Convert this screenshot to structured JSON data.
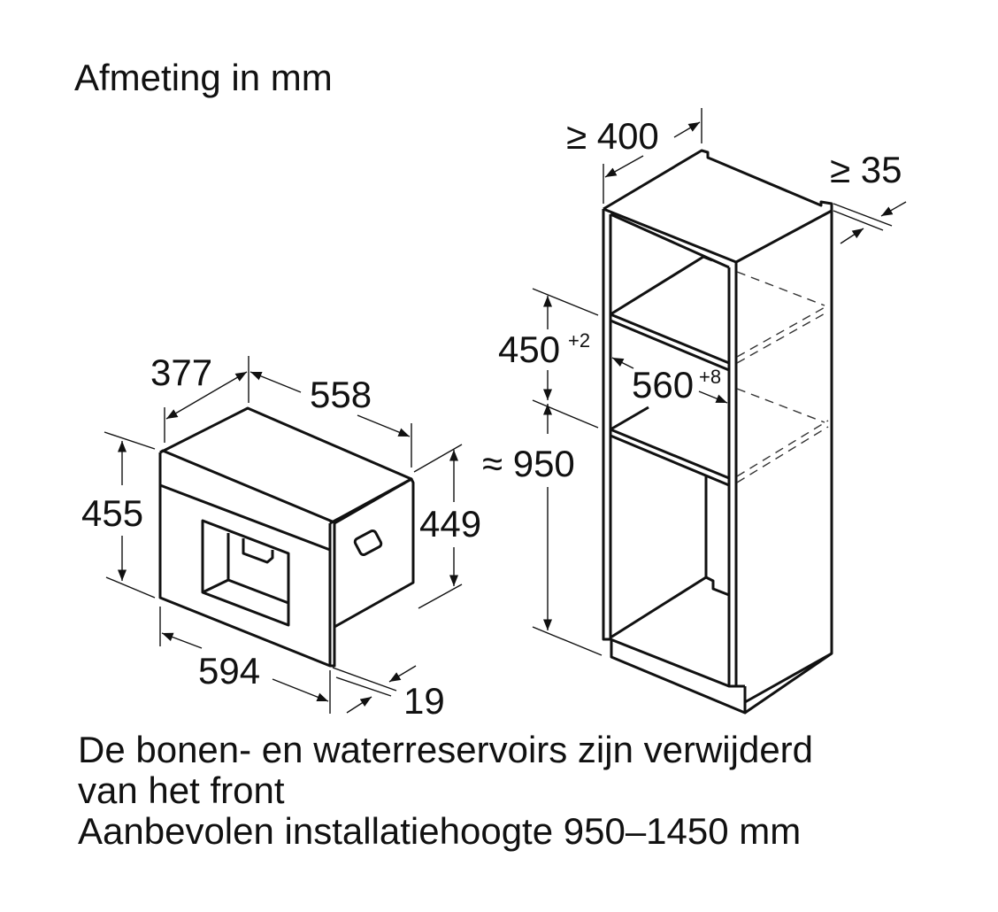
{
  "title": "Afmeting in mm",
  "appliance": {
    "dimensions": {
      "depth_body": "377",
      "depth_total": "558",
      "height_front": "455",
      "height_body": "449",
      "width_front": "594",
      "front_thickness": "19"
    }
  },
  "cabinet": {
    "dimensions": {
      "min_depth": "≥ 400",
      "rear_gap": "≥ 35",
      "niche_height": "450",
      "niche_height_tol": "+2",
      "niche_width": "560",
      "niche_width_tol": "+8",
      "install_height": "≈ 950"
    }
  },
  "notes": [
    "De bonen- en waterreservoirs zijn verwijderd",
    "van het front",
    "Aanbevolen installatiehoogte 950–1450 mm"
  ],
  "colors": {
    "line": "#111111",
    "background": "#ffffff"
  }
}
